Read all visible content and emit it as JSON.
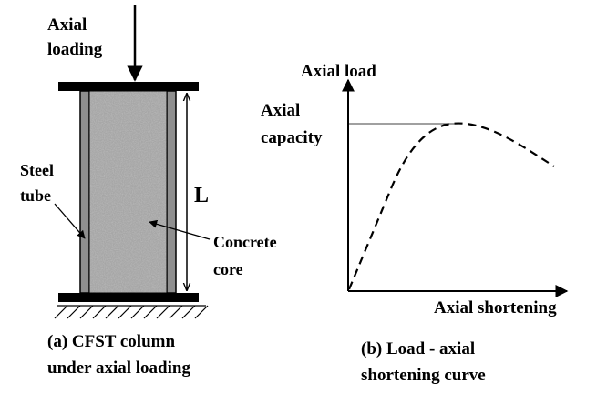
{
  "column": {
    "load_label_line1": "Axial",
    "load_label_line2": "loading",
    "length_label": "L",
    "steel_label_line1": "Steel",
    "steel_label_line2": "tube",
    "concrete_label_line1": "Concrete",
    "concrete_label_line2": "core",
    "caption_line1": "(a) CFST column",
    "caption_line2": "under axial loading"
  },
  "curve": {
    "y_axis_label": "Axial load",
    "x_axis_label": "Axial shortening",
    "capacity_label_line1": "Axial",
    "capacity_label_line2": "capacity",
    "caption_line1": "(b) Load - axial",
    "caption_line2": "shortening curve"
  },
  "colors": {
    "ink": "#000000",
    "steel_tube": "#8f8f8f",
    "concrete": "#a6a6a6"
  }
}
